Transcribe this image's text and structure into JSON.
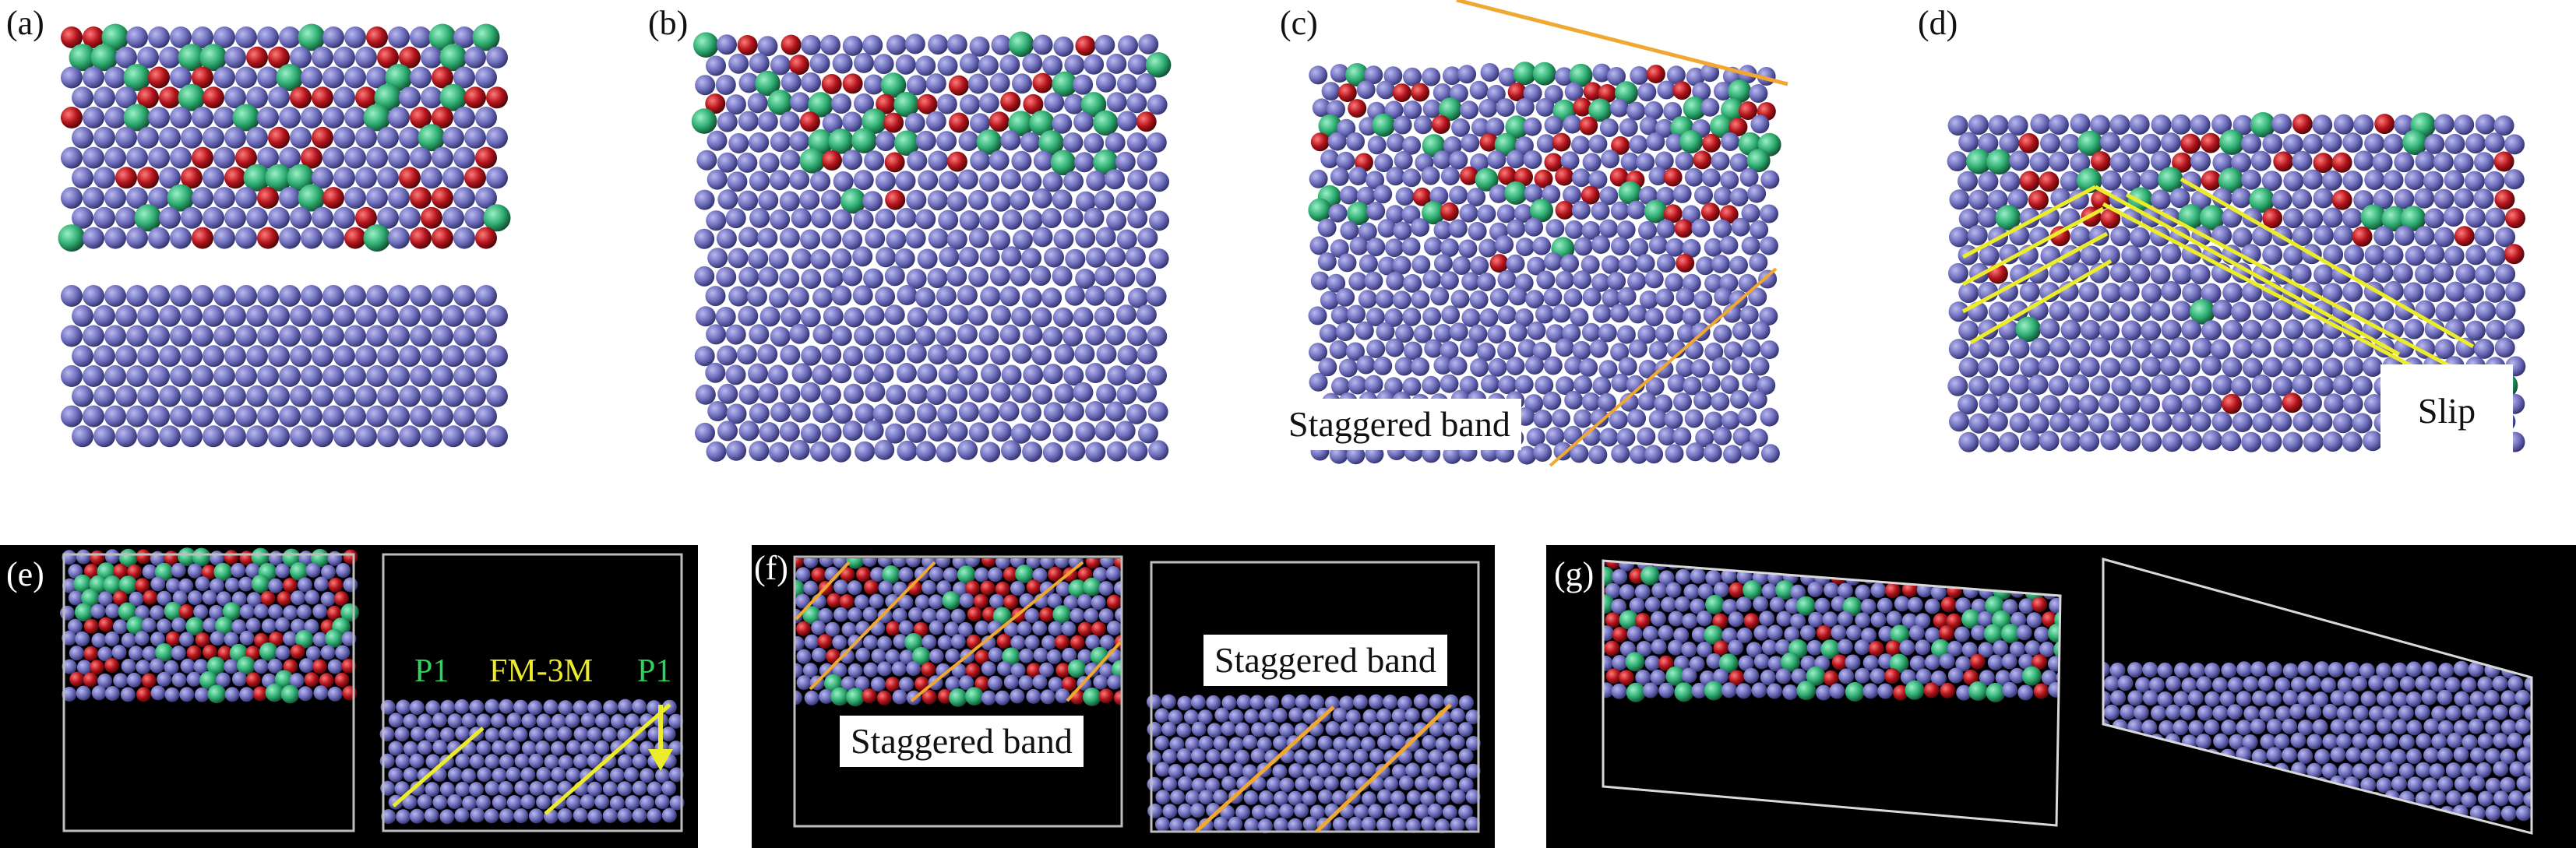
{
  "panels": {
    "a": {
      "label": "(a)"
    },
    "b": {
      "label": "(b)"
    },
    "c": {
      "label": "(c)",
      "callout": "Staggered band"
    },
    "d": {
      "label": "(d)",
      "callout": "Slip"
    },
    "e": {
      "label": "(e)",
      "phase_left": "P1",
      "phase_middle": "FM-3M",
      "phase_right": "P1"
    },
    "f": {
      "label": "(f)",
      "callout_left": "Staggered band",
      "callout_right": "Staggered band"
    },
    "g": {
      "label": "(g)"
    }
  },
  "colors": {
    "atom_blue": "#6f6fbd",
    "atom_red": "#b3141c",
    "atom_green": "#2fae72",
    "band_orange": "#f0a830",
    "slip_yellow": "#ecec2a",
    "phase_green": "#2fd35c",
    "phase_yellow": "#ecec2a",
    "background_dark": "#000000"
  }
}
